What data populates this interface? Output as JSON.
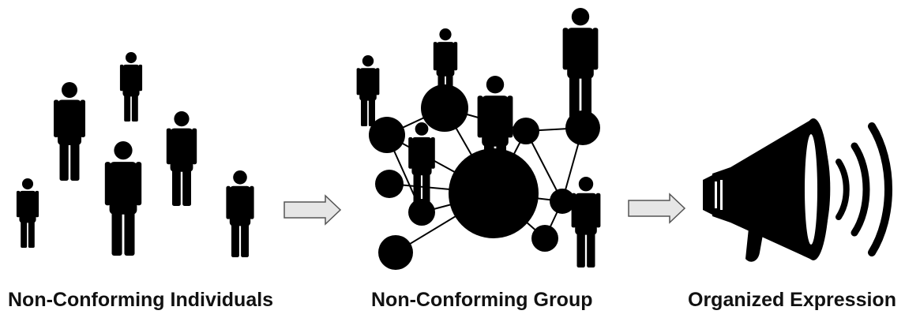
{
  "captions": {
    "individuals": "Non-Conforming Individuals",
    "group": "Non-Conforming Group",
    "expression": "Organized Expression"
  },
  "colors": {
    "figure": "#000000",
    "arrow_fill": "#e6e6e6",
    "arrow_stroke": "#555555",
    "background": "#ffffff"
  },
  "icons": {
    "person": "person-icon",
    "arrow": "right-arrow-icon",
    "megaphone": "megaphone-icon"
  }
}
